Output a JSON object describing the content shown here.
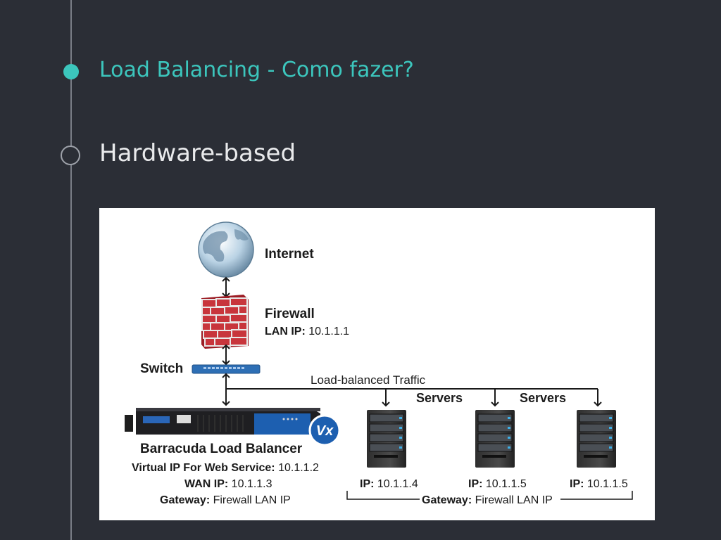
{
  "slide": {
    "title": "Load Balancing - Como fazer?",
    "subtitle": "Hardware-based"
  },
  "accent_color": "#3cc6bd",
  "background_color": "#2b2e36",
  "diagram": {
    "internet_label": "Internet",
    "firewall_label": "Firewall",
    "firewall_ip_key": "LAN IP:",
    "firewall_ip_value": "10.1.1.1",
    "switch_label": "Switch",
    "traffic_label": "Load-balanced Traffic",
    "servers_label_1": "Servers",
    "servers_label_2": "Servers",
    "lb_title": "Barracuda Load Balancer",
    "lb_vip_key": "Virtual IP For Web Service:",
    "lb_vip_value": "10.1.1.2",
    "lb_wan_key": "WAN IP:",
    "lb_wan_value": "10.1.1.3",
    "lb_gw_key": "Gateway:",
    "lb_gw_value": "Firewall LAN IP",
    "server_ip_key": "IP:",
    "server_1_ip": "10.1.1.4",
    "server_2_ip": "10.1.1.5",
    "server_3_ip": "10.1.1.5",
    "servers_gw_key": "Gateway:",
    "servers_gw_value": "Firewall LAN IP",
    "badge_text": "Vx"
  }
}
